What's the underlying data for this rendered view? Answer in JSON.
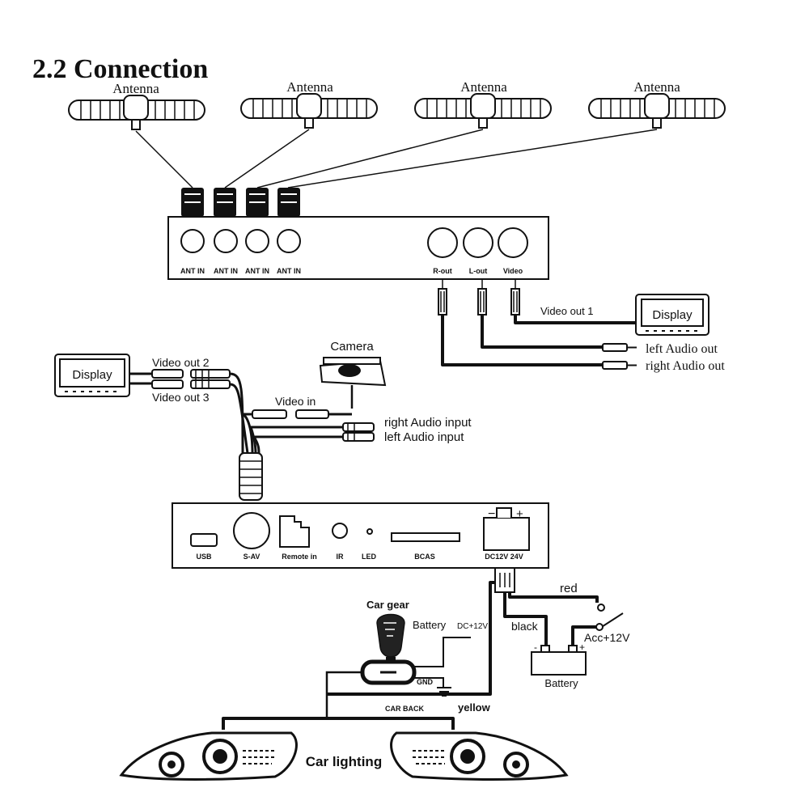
{
  "title": "2.2  Connection",
  "antennas": [
    "Antenna",
    "Antenna",
    "Antenna",
    "Antenna"
  ],
  "tuner_box": {
    "ports": [
      "ANT IN",
      "ANT IN",
      "ANT IN",
      "ANT IN"
    ],
    "outputs": [
      "R-out",
      "L-out",
      "Video"
    ]
  },
  "display_right": {
    "label": "Display",
    "video": "Video out 1"
  },
  "audio_out": {
    "left": "left Audio out",
    "right": "right Audio out"
  },
  "display_left": {
    "label": "Display",
    "video2": "Video out 2",
    "video3": "Video out 3"
  },
  "camera": {
    "label": "Camera",
    "video_in": "Video in"
  },
  "audio_input": {
    "right": "right Audio input",
    "left": "left Audio input"
  },
  "main_box": {
    "ports": [
      "USB",
      "S-AV",
      "Remote in",
      "IR",
      "LED",
      "BCAS",
      "DC12V  24V"
    ],
    "power_minus": "−",
    "power_plus": "+"
  },
  "power": {
    "red": "red",
    "black": "black",
    "acc": "Acc+12V",
    "battery": "Battery",
    "batt_minus": "-",
    "batt_plus": "+",
    "yellow": "yellow"
  },
  "car_gear": {
    "label": "Car gear",
    "battery": "Battery",
    "dc": "DC+12V",
    "gnd": "GND",
    "car_back": "CAR BACK"
  },
  "car_lighting": "Car lighting"
}
